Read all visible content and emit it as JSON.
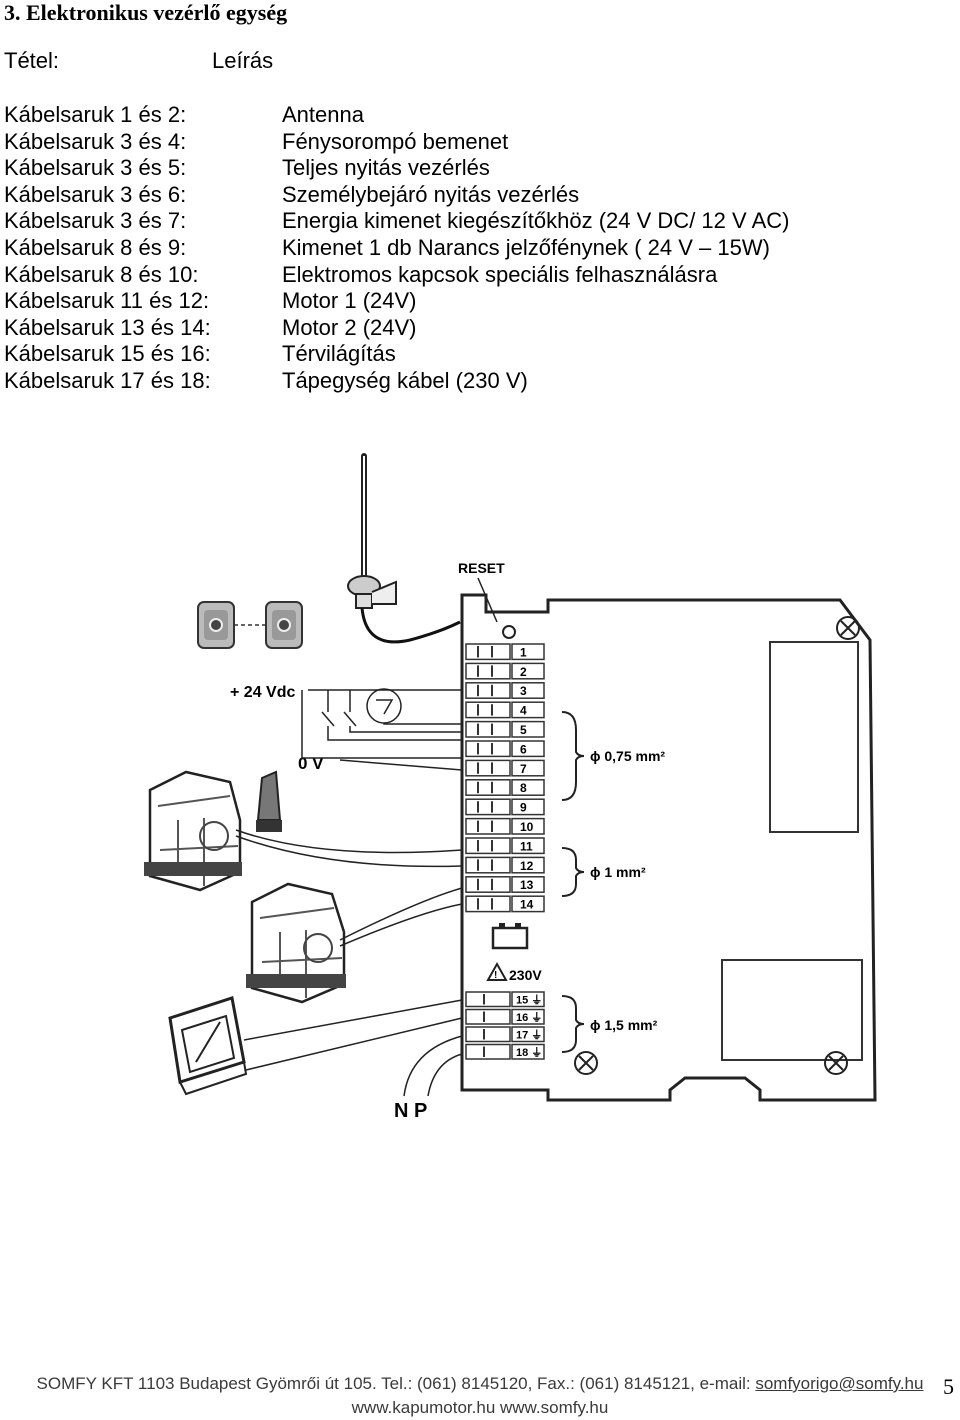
{
  "heading": "3. Elektronikus vezérlő egység",
  "header": {
    "col1": "Tétel:",
    "col2": "Leírás"
  },
  "rows": [
    {
      "term": "Kábelsaruk 1 és 2:",
      "desc": "Antenna"
    },
    {
      "term": "Kábelsaruk 3 és 4:",
      "desc": "Fénysorompó bemenet"
    },
    {
      "term": "Kábelsaruk 3 és 5:",
      "desc": "Teljes nyitás vezérlés"
    },
    {
      "term": "Kábelsaruk 3 és 6:",
      "desc": "Személybejáró nyitás vezérlés"
    },
    {
      "term": "Kábelsaruk 3 és 7:",
      "desc": "Energia kimenet kiegészítőkhöz (24 V DC/ 12 V AC)"
    },
    {
      "term": "Kábelsaruk 8 és 9:",
      "desc": "Kimenet 1 db Narancs jelzőfénynek ( 24 V – 15W)"
    },
    {
      "term": "Kábelsaruk 8 és 10:",
      "desc": "Elektromos kapcsok speciális felhasználásra"
    },
    {
      "term": "Kábelsaruk 11 és 12:",
      "desc": "Motor 1 (24V)"
    },
    {
      "term": "Kábelsaruk 13 és 14:",
      "desc": "Motor 2 (24V)"
    },
    {
      "term": "Kábelsaruk 15 és 16:",
      "desc": "Térvilágítás"
    },
    {
      "term": "Kábelsaruk 17 és 18:",
      "desc": "Tápegység kábel (230 V)"
    }
  ],
  "diagram": {
    "reset_label": "RESET",
    "vdc_label": "+ 24 Vdc",
    "zero_v_label": "0 V",
    "np_label": "N P",
    "terminal_numbers": [
      "1",
      "2",
      "3",
      "4",
      "5",
      "6",
      "7",
      "8",
      "9",
      "10",
      "11",
      "12",
      "13",
      "14"
    ],
    "power_label": "230V",
    "lamp_terminals": [
      "15",
      "16",
      "17",
      "18"
    ],
    "wire_075": "ϕ  0,75 mm²",
    "wire_1": "ϕ  1 mm²",
    "wire_15": "ϕ  1,5 mm²"
  },
  "footer": {
    "line1": "SOMFY KFT 1103 Budapest Gyömrői út 105. Tel.: (061) 8145120, Fax.: (061) 8145121, e-mail: ",
    "email": "somfyorigo@somfy.hu",
    "line2": "www.kapumotor.hu www.somfy.hu"
  },
  "page_number": "5"
}
